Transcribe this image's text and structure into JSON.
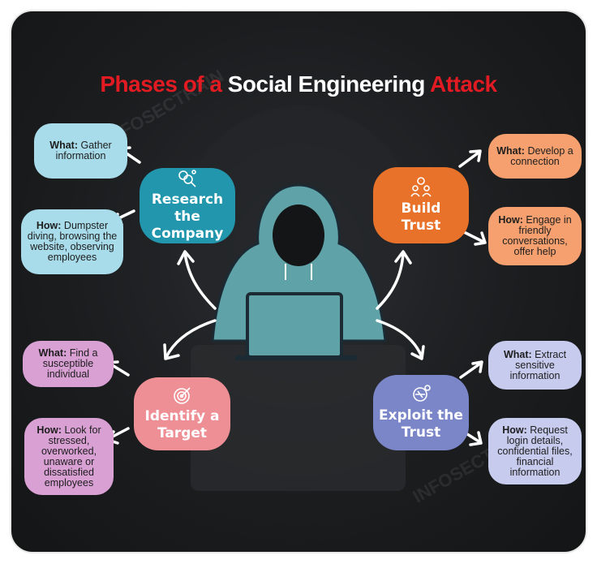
{
  "title": {
    "part1": "Phases of a ",
    "part2": "Social Engineering ",
    "part3": "Attack"
  },
  "colors": {
    "title_red": "#e21b23",
    "research": "#2196ad",
    "build": "#e8722a",
    "identify": "#ee8f95",
    "exploit": "#7b86c9"
  },
  "watermark": "INFOSECTRAIN",
  "phases": [
    {
      "name": "Research the Company",
      "line1": "Research",
      "line2": "the Company",
      "icon": "gears-magnifier-icon",
      "what_label": "What:",
      "what": "Gather information",
      "how_label": "How:",
      "how": "Dumpster diving, browsing the website, observing employees"
    },
    {
      "name": "Build Trust",
      "line1": "Build",
      "line2": "Trust",
      "icon": "people-network-icon",
      "what_label": "What:",
      "what": "Develop a connection",
      "how_label": "How:",
      "how": "Engage in friendly conversations, offer help"
    },
    {
      "name": "Identify a Target",
      "line1": "Identify a",
      "line2": "Target",
      "icon": "target-icon",
      "what_label": "What:",
      "what": "Find a susceptible individual",
      "how_label": "How:",
      "how": "Look for stressed, overworked, unaware or dissatisfied employees"
    },
    {
      "name": "Exploit the Trust",
      "line1": "Exploit the",
      "line2": "Trust",
      "icon": "hacker-icon",
      "what_label": "What:",
      "what": "Extract sensitive information",
      "how_label": "How:",
      "how": "Request login details, confidential files, financial information"
    }
  ]
}
